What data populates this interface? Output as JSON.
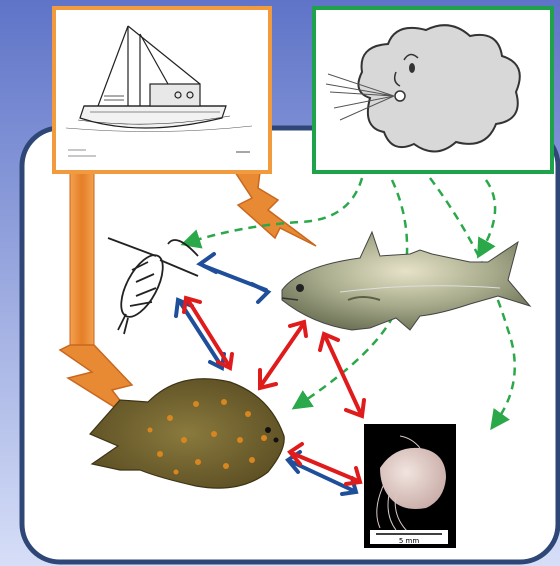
{
  "diagram": {
    "colors": {
      "background_top": "#5f74c8",
      "background_bottom": "#d6def7",
      "panel_border": "#2f4777",
      "boat_box_border": "#f19a3e",
      "wind_box_border": "#1ea24a",
      "fishing_pressure": "#e88a34",
      "wind_influence": "#2aa84a",
      "predation_red": "#e01b1b",
      "predation_blue": "#1f4f9a"
    },
    "nodes": [
      {
        "id": "fishing-boat",
        "icon": "boat-sketch"
      },
      {
        "id": "wind",
        "icon": "blowing-cloud"
      },
      {
        "id": "zooplankton",
        "icon": "copepod-sketch"
      },
      {
        "id": "cod",
        "icon": "fish"
      },
      {
        "id": "flatfish",
        "icon": "flounder"
      },
      {
        "id": "shrimp",
        "icon": "shrimp-photo"
      }
    ],
    "scale_bar_label": "5 mm"
  }
}
